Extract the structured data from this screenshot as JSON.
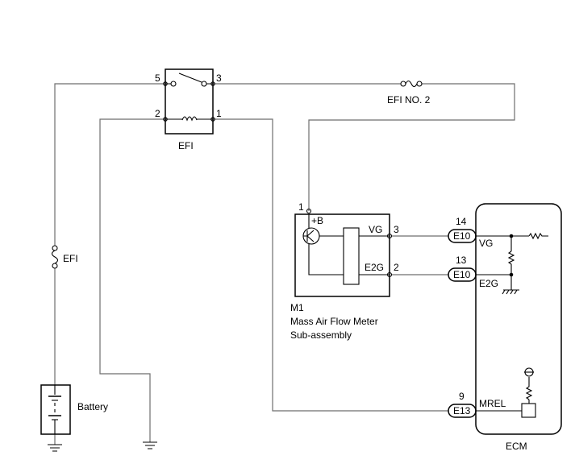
{
  "relay": {
    "label": "EFI",
    "pins": {
      "p5": "5",
      "p3": "3",
      "p2": "2",
      "p1": "1"
    }
  },
  "fuses": {
    "efi_no2": "EFI NO. 2",
    "efi": "EFI"
  },
  "battery": {
    "label": "Battery"
  },
  "meter": {
    "code": "M1",
    "name_line1": "Mass Air Flow Meter",
    "name_line2": "Sub-assembly",
    "pin_supply": "1",
    "supply_label": "+B",
    "vg_label": "VG",
    "vg_pin": "3",
    "e2g_label": "E2G",
    "e2g_pin": "2"
  },
  "ecm": {
    "label": "ECM",
    "vg": {
      "connector": "E10",
      "pin": "14",
      "label": "VG"
    },
    "e2g": {
      "connector": "E10",
      "pin": "13",
      "label": "E2G"
    },
    "mrel": {
      "connector": "E13",
      "pin": "9",
      "label": "MREL"
    }
  }
}
